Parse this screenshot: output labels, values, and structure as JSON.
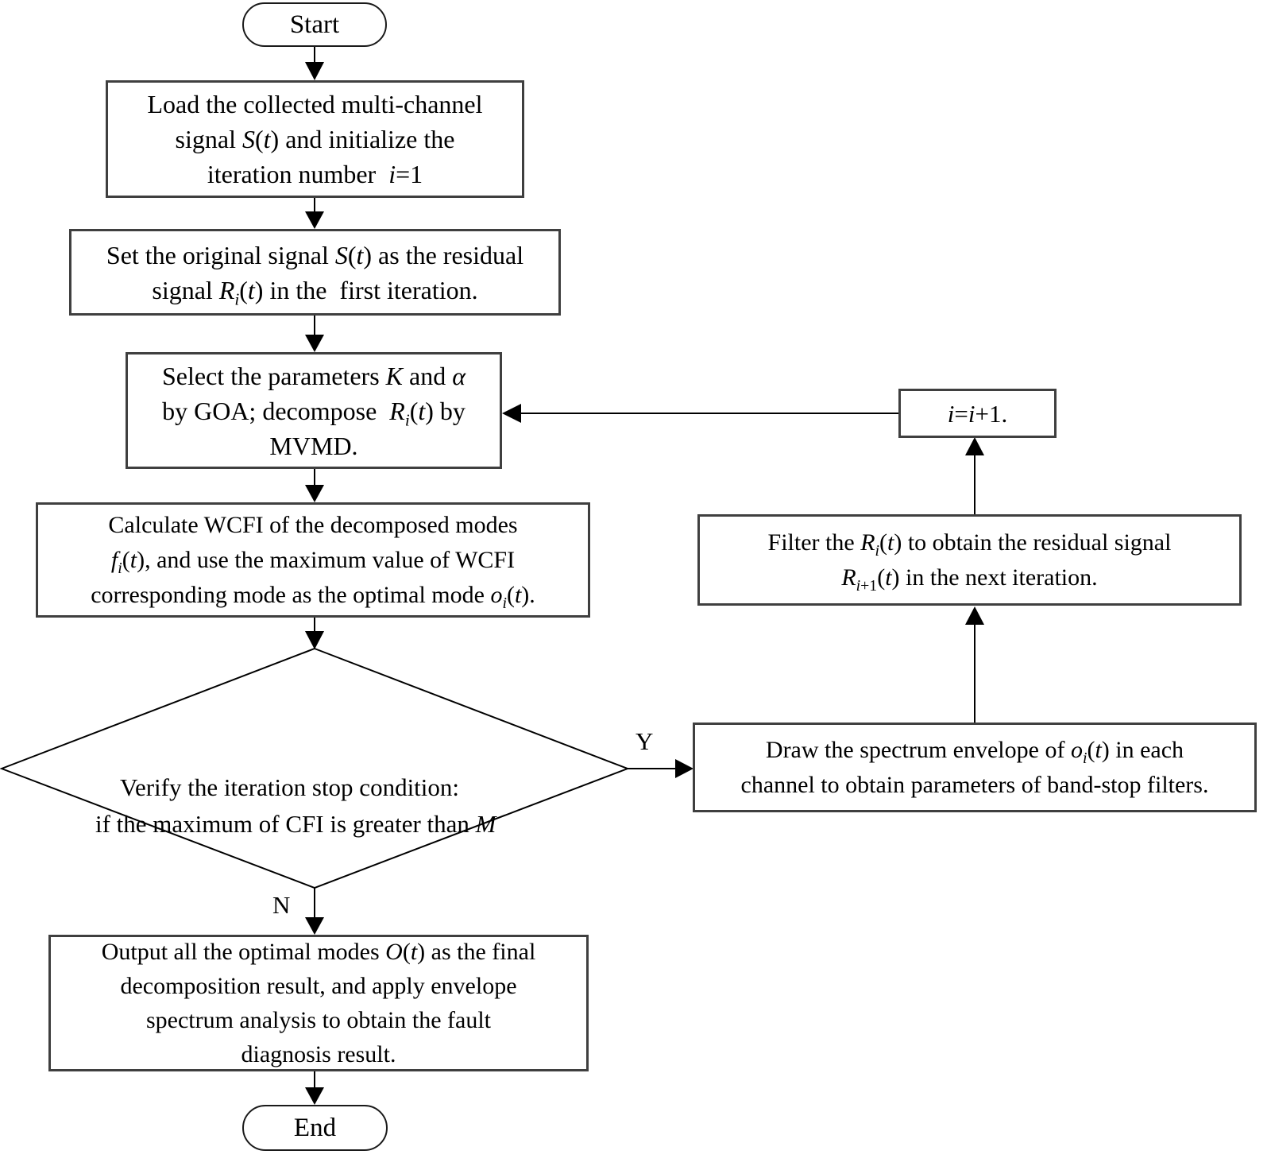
{
  "diagram": {
    "type": "flowchart",
    "colors": {
      "background": "#ffffff",
      "line": "#000000",
      "rect_border": "#3f3f3f",
      "terminator_border": "#1a1a1a",
      "text": "#000000"
    },
    "nodes": {
      "start": {
        "shape": "terminator",
        "label": "Start",
        "segments": [
          {
            "t": "Start"
          }
        ]
      },
      "load": {
        "shape": "process",
        "label": "Load the collected multi-channel signal S(t) and initialize the iteration number i=1",
        "segments": [
          {
            "t": "Load the collected multi-channel"
          },
          {
            "s": "br"
          },
          {
            "t": "signal "
          },
          {
            "s": "i",
            "t": "S"
          },
          {
            "t": "("
          },
          {
            "s": "i",
            "t": "t"
          },
          {
            "t": ") and initialize the"
          },
          {
            "s": "br"
          },
          {
            "t": "iteration number  "
          },
          {
            "s": "i",
            "t": "i"
          },
          {
            "t": "=1"
          }
        ]
      },
      "set_residual": {
        "shape": "process",
        "label": "Set the original signal S(t) as the residual signal Ri(t) in the first iteration.",
        "segments": [
          {
            "t": "Set the original signal "
          },
          {
            "s": "i",
            "t": "S"
          },
          {
            "t": "("
          },
          {
            "s": "i",
            "t": "t"
          },
          {
            "t": ") as the residual"
          },
          {
            "s": "br"
          },
          {
            "t": "signal "
          },
          {
            "s": "i",
            "t": "R"
          },
          {
            "s": "subi",
            "t": "i"
          },
          {
            "t": "("
          },
          {
            "s": "i",
            "t": "t"
          },
          {
            "t": ") in the  first iteration."
          }
        ]
      },
      "select_params": {
        "shape": "process",
        "label": "Select the parameters K and α by GOA; decompose Ri(t) by MVMD.",
        "segments": [
          {
            "t": "Select the parameters "
          },
          {
            "s": "i",
            "t": "K"
          },
          {
            "t": " and "
          },
          {
            "s": "i",
            "t": "α"
          },
          {
            "s": "br"
          },
          {
            "t": "by GOA; decompose  "
          },
          {
            "s": "i",
            "t": "R"
          },
          {
            "s": "subi",
            "t": "i"
          },
          {
            "t": "("
          },
          {
            "s": "i",
            "t": "t"
          },
          {
            "t": ") by"
          },
          {
            "s": "br"
          },
          {
            "t": "MVMD."
          }
        ]
      },
      "calc_wcfi": {
        "shape": "process",
        "label": "Calculate WCFI of the decomposed modes fi(t), and use the maximum value of WCFI corresponding mode as the optimal mode oi(t).",
        "segments": [
          {
            "t": "Calculate WCFI of the decomposed modes"
          },
          {
            "s": "br"
          },
          {
            "s": "i",
            "t": "f"
          },
          {
            "s": "subi",
            "t": "i"
          },
          {
            "t": "("
          },
          {
            "s": "i",
            "t": "t"
          },
          {
            "t": "), and use the maximum value of WCFI"
          },
          {
            "s": "br"
          },
          {
            "t": "corresponding mode as the optimal mode "
          },
          {
            "s": "i",
            "t": "o"
          },
          {
            "s": "subi",
            "t": "i"
          },
          {
            "t": "("
          },
          {
            "s": "i",
            "t": "t"
          },
          {
            "t": ")."
          }
        ]
      },
      "decision": {
        "shape": "decision",
        "label": "Verify the iteration stop condition: if the maximum of CFI is greater than M",
        "segments": [
          {
            "t": "Verify the iteration stop condition:"
          },
          {
            "s": "br"
          },
          {
            "t": "if the maximum of CFI is greater than "
          },
          {
            "s": "i",
            "t": "M"
          }
        ]
      },
      "draw_envelope": {
        "shape": "process",
        "label": "Draw the spectrum envelope of oi(t) in each channel to obtain parameters of band-stop filters.",
        "segments": [
          {
            "t": "Draw the spectrum envelope of "
          },
          {
            "s": "i",
            "t": "o"
          },
          {
            "s": "subi",
            "t": "i"
          },
          {
            "t": "("
          },
          {
            "s": "i",
            "t": "t"
          },
          {
            "t": ") in each"
          },
          {
            "s": "br"
          },
          {
            "t": "channel to obtain parameters of band-stop filters."
          }
        ]
      },
      "filter_residual": {
        "shape": "process",
        "label": "Filter the Ri(t) to obtain the residual signal Ri+1(t) in the next iteration.",
        "segments": [
          {
            "t": "Filter the "
          },
          {
            "s": "i",
            "t": "R"
          },
          {
            "s": "subi",
            "t": "i"
          },
          {
            "t": "("
          },
          {
            "s": "i",
            "t": "t"
          },
          {
            "t": ") to obtain the residual signal"
          },
          {
            "s": "br"
          },
          {
            "s": "i",
            "t": "R"
          },
          {
            "s": "subi",
            "t": "i"
          },
          {
            "s": "sub",
            "t": "+1"
          },
          {
            "t": "("
          },
          {
            "s": "i",
            "t": "t"
          },
          {
            "t": ") in the next iteration."
          }
        ]
      },
      "increment": {
        "shape": "process",
        "label": "i=i+1.",
        "segments": [
          {
            "s": "i",
            "t": "i"
          },
          {
            "t": "="
          },
          {
            "s": "i",
            "t": "i"
          },
          {
            "t": "+1."
          }
        ]
      },
      "output": {
        "shape": "process",
        "label": "Output all the optimal modes O(t) as the final decomposition result, and apply envelope spectrum analysis to obtain the fault diagnosis result.",
        "segments": [
          {
            "t": "Output all the optimal modes "
          },
          {
            "s": "i",
            "t": "O"
          },
          {
            "t": "("
          },
          {
            "s": "i",
            "t": "t"
          },
          {
            "t": ") as the final"
          },
          {
            "s": "br"
          },
          {
            "t": "decomposition result, and apply envelope"
          },
          {
            "s": "br"
          },
          {
            "t": "spectrum analysis to obtain the fault"
          },
          {
            "s": "br"
          },
          {
            "t": "diagnosis result."
          }
        ]
      },
      "end": {
        "shape": "terminator",
        "label": "End",
        "segments": [
          {
            "t": "End"
          }
        ]
      }
    },
    "edge_labels": {
      "yes": "Y",
      "no": "N"
    },
    "edges": [
      {
        "from": "start",
        "to": "load"
      },
      {
        "from": "load",
        "to": "set_residual"
      },
      {
        "from": "set_residual",
        "to": "select_params"
      },
      {
        "from": "select_params",
        "to": "calc_wcfi"
      },
      {
        "from": "calc_wcfi",
        "to": "decision"
      },
      {
        "from": "decision",
        "to": "draw_envelope",
        "label": "Y"
      },
      {
        "from": "draw_envelope",
        "to": "filter_residual"
      },
      {
        "from": "filter_residual",
        "to": "increment"
      },
      {
        "from": "increment",
        "to": "select_params"
      },
      {
        "from": "decision",
        "to": "output",
        "label": "N"
      },
      {
        "from": "output",
        "to": "end"
      }
    ]
  }
}
